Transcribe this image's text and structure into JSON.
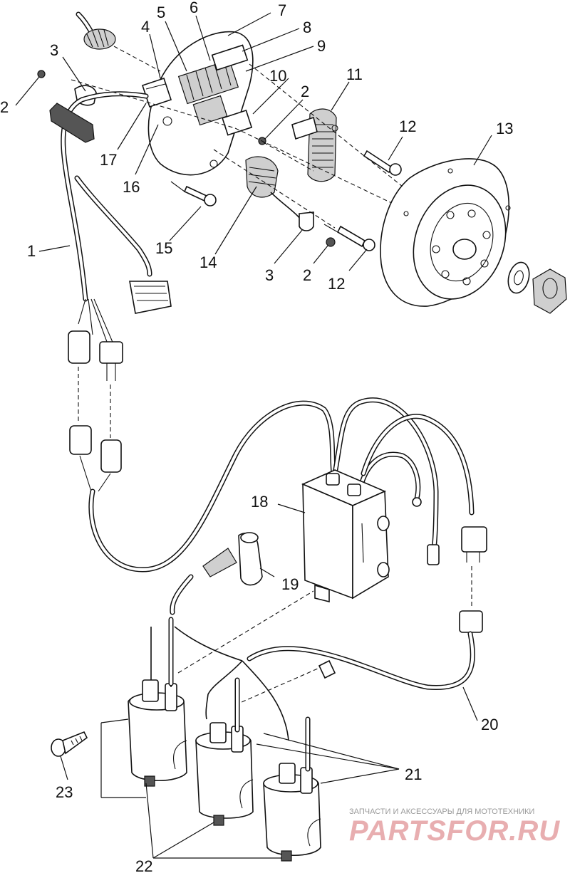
{
  "callouts": [
    "1",
    "2",
    "3",
    "4",
    "5",
    "6",
    "7",
    "8",
    "9",
    "10",
    "11",
    "12",
    "13",
    "14",
    "15",
    "16",
    "17",
    "18",
    "19",
    "20",
    "21",
    "22",
    "23"
  ],
  "labels": {
    "n2a": "2",
    "n3a": "3",
    "n4": "4",
    "n5": "5",
    "n6": "6",
    "n7": "7",
    "n8": "8",
    "n9": "9",
    "n10": "10",
    "n2b": "2",
    "n11": "11",
    "n12a": "12",
    "n13": "13",
    "n17": "17",
    "n16": "16",
    "n15": "15",
    "n14": "14",
    "n3b": "3",
    "n2c": "2",
    "n12b": "12",
    "n1": "1",
    "n18": "18",
    "n19": "19",
    "n20": "20",
    "n21": "21",
    "n22": "22",
    "n23": "23"
  },
  "watermark": {
    "line1": "ЗАПЧАСТИ И АКСЕССУАРЫ ДЛЯ МОТОТЕХНИКИ",
    "line2": "PARTSFOR.RU"
  }
}
